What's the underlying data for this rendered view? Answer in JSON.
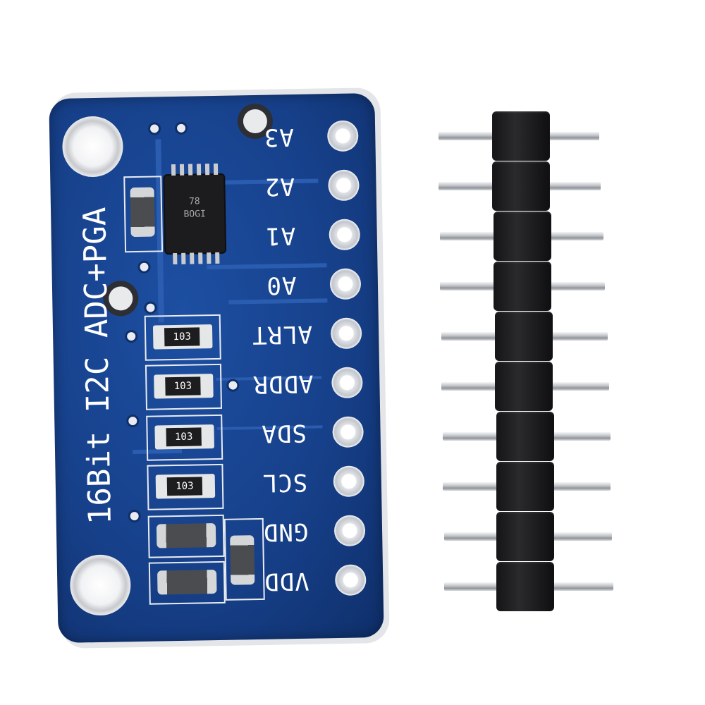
{
  "board": {
    "side_text": "16Bit I2C ADC+PGA",
    "pins": [
      "A3",
      "A2",
      "A1",
      "A0",
      "ALRT",
      "ADDR",
      "SDA",
      "SCL",
      "GND",
      "VDD"
    ],
    "chip_marking": [
      "78",
      "BOGI"
    ],
    "resistor_codes": [
      "103",
      "103",
      "103",
      "103"
    ]
  },
  "header": {
    "pin_count": 10
  },
  "colors": {
    "pcb": "#163f88",
    "silkscreen": "#ffffff",
    "header": "#151517",
    "pin": "#c9cbcf"
  }
}
